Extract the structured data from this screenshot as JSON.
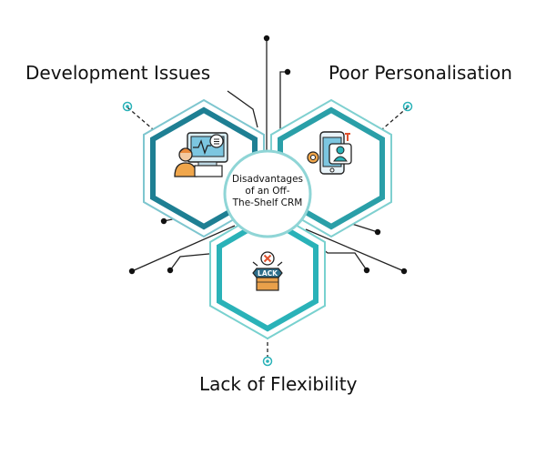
{
  "center": {
    "title_lines": [
      "Disadvantages",
      "of an Off-",
      "The-Shelf CRM"
    ]
  },
  "labels": {
    "development": "Development Issues",
    "personalisation": "Poor Personalisation",
    "flexibility": "Lack of Flexibility"
  },
  "icons": {
    "development": "developer-at-computer-icon",
    "personalisation": "smartphone-user-profile-icon",
    "flexibility": "lack-sign-icon",
    "flexibility_text": "LACK"
  },
  "colors": {
    "dark_teal": "#1e7f93",
    "teal": "#2ab2b8",
    "light_teal": "#78d1cf",
    "line": "#222222"
  }
}
